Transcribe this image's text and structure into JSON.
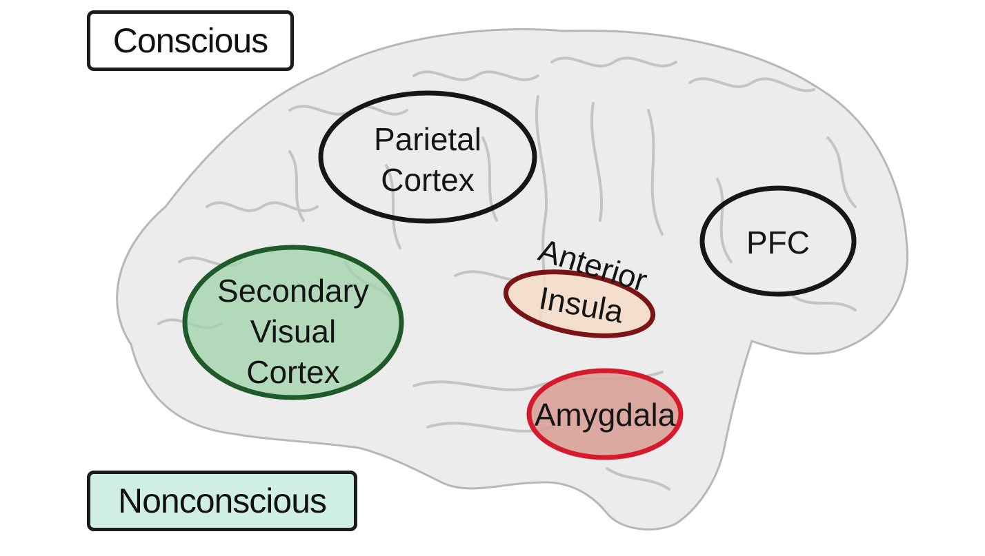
{
  "legend": {
    "conscious": "Conscious",
    "nonconscious": "Nonconscious"
  },
  "regions": {
    "parietal": {
      "line1": "Parietal",
      "line2": "Cortex",
      "stroke": "#161616",
      "fill": "none"
    },
    "pfc": {
      "line1": "PFC",
      "stroke": "#161616",
      "fill": "none"
    },
    "insula": {
      "line1": "Anterior",
      "line2": "Insula",
      "stroke": "#7a1416",
      "fill": "#f6dcc8"
    },
    "visual": {
      "line1": "Secondary",
      "line2": "Visual",
      "line3": "Cortex",
      "stroke": "#1f5a2b",
      "fill": "#9fd3a8"
    },
    "amygdala": {
      "line1": "Amygdala",
      "stroke": "#d41a2c",
      "fill": "#d99e93"
    }
  },
  "colors": {
    "brain_fill": "#ececec",
    "brain_outline": "#b7b7b7",
    "sulci": "#c4c4c4"
  }
}
